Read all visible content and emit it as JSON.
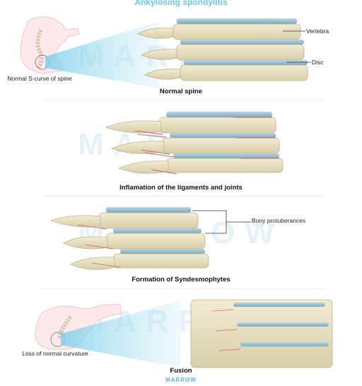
{
  "title": "Ankylosing spondylitis",
  "watermark": "MARROW",
  "panels": {
    "normal": {
      "caption": "Normal spine",
      "vertebra_label": "Vertebra",
      "disc_label": "Disc",
      "curve_label": "Normal S-curve of spine"
    },
    "inflammation": {
      "caption": "Inflamation of the ligaments and joints"
    },
    "syndesmophytes": {
      "caption": "Formation of Syndesmophytes",
      "bony_label": "Bony protuberances"
    },
    "fusion": {
      "caption": "Fusion",
      "curvature_label": "Loss of normal curvature"
    }
  },
  "footer": "MARROW",
  "colors": {
    "title": "#6cc7e3",
    "bone": "#e7dfc2",
    "disc": "#9cc0d4",
    "inflammation": "#d46a6a",
    "body_outline": "#f2c4c8"
  }
}
